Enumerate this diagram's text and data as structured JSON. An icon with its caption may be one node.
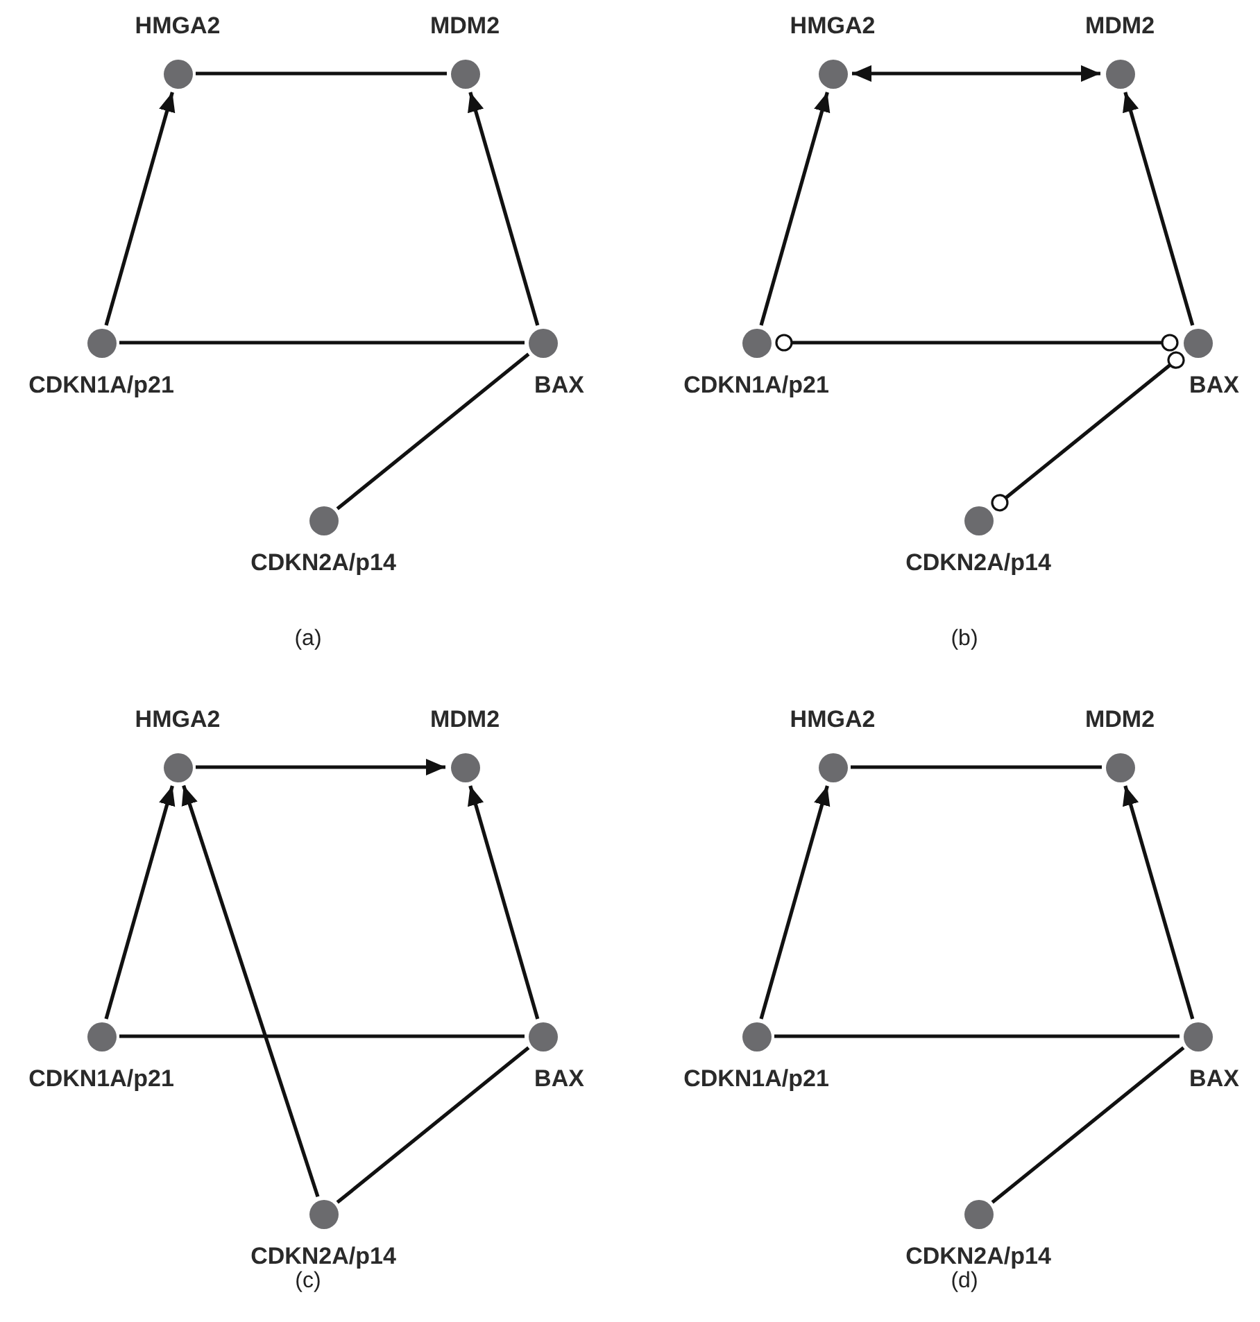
{
  "diagram": {
    "nodes": [
      {
        "text": [
          "HMGA2"
        ]
      },
      {
        "text": [
          "MDM2"
        ]
      },
      {
        "text": [
          "CDKN1A/p21"
        ]
      },
      {
        "text": [
          "BAX"
        ]
      },
      {
        "text": [
          "CDKN2A/p14"
        ]
      },
      {
        "text": [
          "HMGA2"
        ]
      },
      {
        "text": [
          "MDM2"
        ]
      },
      {
        "text": [
          "CDKN1A/p21"
        ]
      },
      {
        "text": [
          "BAX"
        ]
      },
      {
        "text": [
          "CDKN2A/p14"
        ]
      },
      {
        "text": [
          "HMGA2"
        ]
      },
      {
        "text": [
          "MDM2"
        ]
      },
      {
        "text": [
          "CDKN1A/p21"
        ]
      },
      {
        "text": [
          "BAX"
        ]
      },
      {
        "text": [
          "CDKN2A/p14"
        ]
      },
      {
        "text": [
          "HMGA2"
        ]
      },
      {
        "text": [
          "MDM2"
        ]
      },
      {
        "text": [
          "CDKN1A/p21"
        ]
      },
      {
        "text": [
          "BAX"
        ]
      },
      {
        "text": [
          "CDKN2A/p14"
        ]
      }
    ],
    "edges": [
      {
        "from": 0,
        "to": 1,
        "arrow": "none"
      },
      {
        "from": 2,
        "to": 0,
        "arrow": "to"
      },
      {
        "from": 3,
        "to": 1,
        "arrow": "to"
      },
      {
        "from": 2,
        "to": 3,
        "arrow": "none"
      },
      {
        "from": 4,
        "to": 3,
        "arrow": "none"
      },
      {
        "from": 5,
        "to": 6,
        "arrow": "both"
      },
      {
        "from": 7,
        "to": 5,
        "arrow": "to"
      },
      {
        "from": 8,
        "to": 6,
        "arrow": "to"
      },
      {
        "from": 7,
        "to": 8,
        "arrow": "other"
      },
      {
        "from": 9,
        "to": 8,
        "arrow": "other"
      },
      {
        "from": 10,
        "to": 11,
        "arrow": "to"
      },
      {
        "from": 12,
        "to": 10,
        "arrow": "to"
      },
      {
        "from": 14,
        "to": 10,
        "arrow": "to"
      },
      {
        "from": 13,
        "to": 11,
        "arrow": "to"
      },
      {
        "from": 12,
        "to": 13,
        "arrow": "none"
      },
      {
        "from": 14,
        "to": 13,
        "arrow": "none"
      },
      {
        "from": 15,
        "to": 16,
        "arrow": "none"
      },
      {
        "from": 17,
        "to": 15,
        "arrow": "to"
      },
      {
        "from": 18,
        "to": 16,
        "arrow": "to"
      },
      {
        "from": 17,
        "to": 18,
        "arrow": "none"
      },
      {
        "from": 19,
        "to": 18,
        "arrow": "none"
      }
    ],
    "labels": [
      "(a)",
      "(b)",
      "(c)",
      "(d)"
    ]
  }
}
